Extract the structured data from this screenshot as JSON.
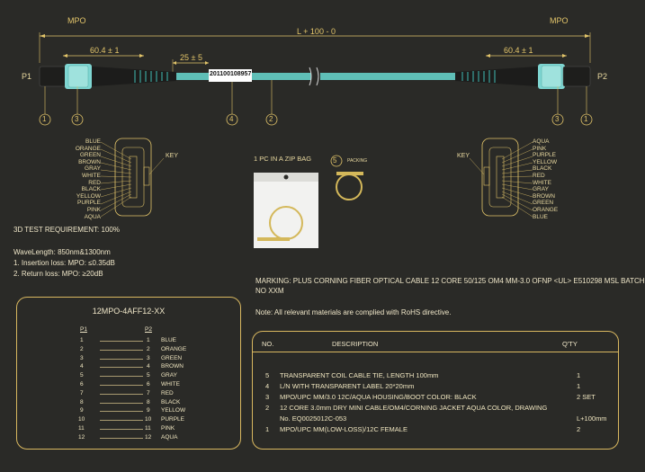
{
  "drawing": {
    "mpo_left": "MPO",
    "mpo_right": "MPO",
    "overall_length": "L + 100 - 0",
    "left_length": "60.4 ± 1",
    "right_length": "60.4 ± 1",
    "label_offset": "25 ± 5",
    "label_text": "201100108957",
    "p1": "P1",
    "p2": "P2",
    "callouts_left": [
      "1",
      "3"
    ],
    "callout_label": "4",
    "callout_cable": "2",
    "callouts_right": [
      "3",
      "1"
    ]
  },
  "connector_left": {
    "colors": [
      "BLUE",
      "ORANGE",
      "GREEN",
      "BROWN",
      "GRAY",
      "WHITE",
      "RED",
      "BLACK",
      "YELLOW",
      "PURPLE",
      "PINK",
      "AQUA"
    ],
    "key_label": "KEY"
  },
  "connector_right": {
    "colors": [
      "AQUA",
      "PINK",
      "PURPLE",
      "YELLOW",
      "BLACK",
      "RED",
      "WHITE",
      "GRAY",
      "BROWN",
      "GREEN",
      "ORANGE",
      "BLUE"
    ],
    "key_label": "KEY"
  },
  "packing": {
    "title": "1 PC IN A ZIP BAG",
    "callout": "5",
    "label": "PACKING"
  },
  "test": {
    "requirement": "3D TEST REQUIREMENT: 100%",
    "wavelength": "WaveLength: 850nm&1300nm",
    "insertion_loss": "1. Insertion loss: MPO: ≤0.35dB",
    "return_loss": "2. Return loss: MPO: ≥20dB"
  },
  "marking": {
    "text_line1": "MARKING: PLUS CORNING FIBER OPTICAL CABLE 12 CORE 50/125 OM4 MM-3.0 OFNP <UL> E510298 MSL BATCH",
    "text_line2": "NO XXM",
    "note": "Note: All relevant materials are complied with RoHS directive."
  },
  "pinout": {
    "title": "12MPO-4AFF12-XX",
    "col_p1": "P1",
    "col_p2": "P2",
    "rows": [
      {
        "p1": "1",
        "p2": "1",
        "color": "BLUE"
      },
      {
        "p1": "2",
        "p2": "2",
        "color": "ORANGE"
      },
      {
        "p1": "3",
        "p2": "3",
        "color": "GREEN"
      },
      {
        "p1": "4",
        "p2": "4",
        "color": "BROWN"
      },
      {
        "p1": "5",
        "p2": "5",
        "color": "GRAY"
      },
      {
        "p1": "6",
        "p2": "6",
        "color": "WHITE"
      },
      {
        "p1": "7",
        "p2": "7",
        "color": "RED"
      },
      {
        "p1": "8",
        "p2": "8",
        "color": "BLACK"
      },
      {
        "p1": "9",
        "p2": "9",
        "color": "YELLOW"
      },
      {
        "p1": "10",
        "p2": "10",
        "color": "PURPLE"
      },
      {
        "p1": "11",
        "p2": "11",
        "color": "PINK"
      },
      {
        "p1": "12",
        "p2": "12",
        "color": "AQUA"
      }
    ]
  },
  "bom": {
    "headers": {
      "no": "NO.",
      "description": "DESCRIPTION",
      "qty": "Q'TY"
    },
    "rows": [
      {
        "no": "5",
        "description": "TRANSPARENT COIL CABLE TIE, LENGTH 100mm",
        "qty": "1"
      },
      {
        "no": "4",
        "description": "L/N WITH TRANSPARENT LABEL 20*20mm",
        "qty": "1"
      },
      {
        "no": "3",
        "description": "MPO/UPC MM/3.0 12C/AQUA HOUSING/BOOT COLOR: BLACK",
        "qty": "2 SET"
      },
      {
        "no": "2",
        "description": "12 CORE 3.0mm DRY MINI CABLE/OM4/CORNING JACKET AQUA COLOR, DRAWING",
        "qty": ""
      },
      {
        "no": "",
        "description": "No. EQ0025012C-053",
        "qty": "L+100mm"
      },
      {
        "no": "1",
        "description": "MPO/UPC MM(LOW-LOSS)/12C FEMALE",
        "qty": "2"
      }
    ]
  },
  "colors": {
    "background": "#2a2a27",
    "gold": "#e3c56a",
    "cable": "#5fbfb7",
    "connector": "#7fd6d2"
  }
}
